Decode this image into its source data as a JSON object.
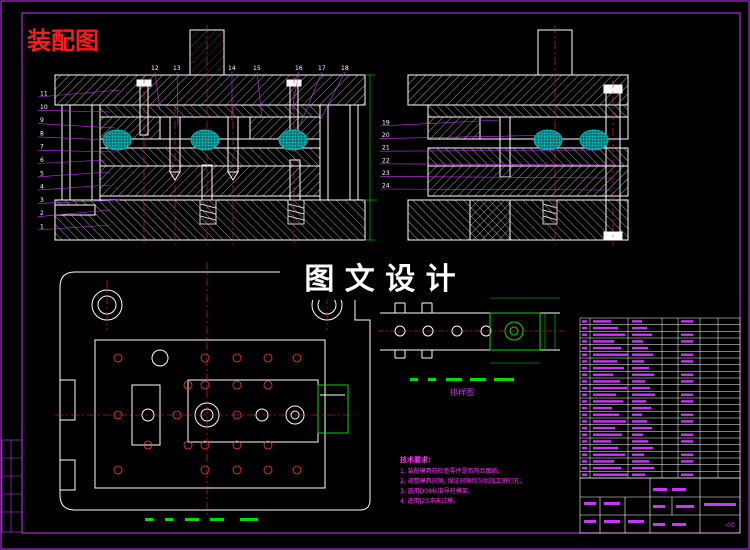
{
  "title": "装配图",
  "watermark": "图 文 设 计",
  "strip_caption": "排样图",
  "balloons_left_top": [
    "12",
    "13",
    "14",
    "15",
    "16",
    "17",
    "18"
  ],
  "balloons_left_side": [
    "11",
    "10",
    "9",
    "8",
    "7",
    "6",
    "5",
    "4",
    "3",
    "2",
    "1"
  ],
  "balloons_right_side": [
    "19",
    "20",
    "21",
    "22",
    "23",
    "24"
  ],
  "notes": {
    "heading": "技术要求:",
    "lines": [
      "1. 装配模具前检查零件是否符合图纸;",
      "2. 调整模具间隙, 保证间隙均匀后加工销钉孔;",
      "3. 选用D08标准导柱模架;",
      "4. 选用J23冲床试模。"
    ]
  },
  "title_block": {
    "drawing_no": "-00"
  },
  "colors": {
    "background": "#000000",
    "outline": "#ffffff",
    "hatch": "#d9d9d9",
    "center_line": "#ff2a2a",
    "leader": "#cc33ff",
    "dimension": "#00dd00",
    "title": "#ff1a1a",
    "rubber": "#00b8b8",
    "border": "#cc33ff",
    "notes_text": "#ff33ff",
    "table_text": "#cc33ff"
  }
}
